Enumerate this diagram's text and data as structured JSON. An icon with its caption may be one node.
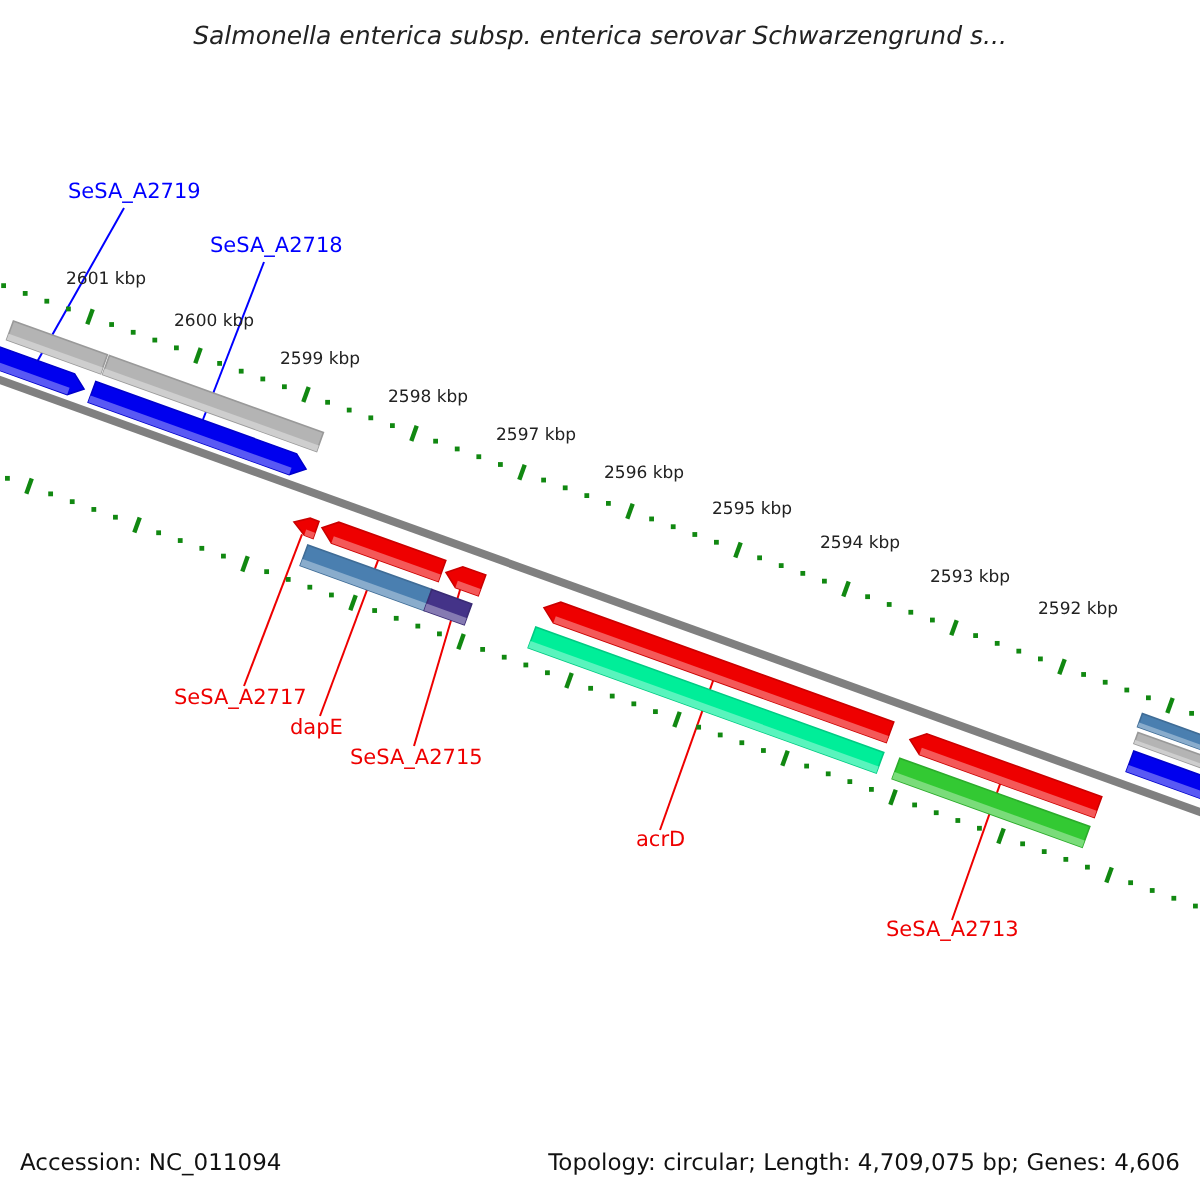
{
  "diagram": {
    "title": "Salmonella enterica subsp. enterica serovar Schwarzengrund s...",
    "nodes": [
      {
        "text": [
          "SeSA_A2719"
        ]
      },
      {
        "text": [],
        "shape": "bar"
      },
      {
        "text": [
          "SeSA_A2718"
        ]
      },
      {
        "text": [],
        "shape": "bar"
      },
      {
        "text": [
          "SeSA_A2717"
        ]
      },
      {
        "text": [],
        "shape": "bar"
      },
      {
        "text": [
          "dapE"
        ]
      },
      {
        "text": [],
        "shape": "bar"
      },
      {
        "text": [
          "SeSA_A2715"
        ]
      },
      {
        "text": [],
        "shape": "bar"
      },
      {
        "text": [
          "acrD"
        ]
      },
      {
        "text": [],
        "shape": "bar"
      },
      {
        "text": [
          "SeSA_A2713"
        ]
      },
      {
        "text": [],
        "shape": "bar"
      },
      {
        "text": [],
        "shape": "bar"
      }
    ],
    "edges": [
      {
        "from": 0,
        "to": 1,
        "arrow": "none",
        "color": "#0000ff"
      },
      {
        "from": 2,
        "to": 3,
        "arrow": "none",
        "color": "#0000ff"
      },
      {
        "from": 4,
        "to": 5,
        "arrow": "none"
      },
      {
        "from": 6,
        "to": 7,
        "arrow": "none"
      },
      {
        "from": 8,
        "to": 9,
        "arrow": "none"
      },
      {
        "from": 10,
        "to": 11,
        "arrow": "none"
      },
      {
        "from": 12,
        "to": 13,
        "arrow": "none"
      }
    ],
    "labels": [
      "2601 kbp",
      "2600 kbp",
      "2599 kbp",
      "2598 kbp",
      "2597 kbp",
      "2596 kbp",
      "2595 kbp",
      "2594 kbp",
      "2593 kbp",
      "2592 kbp",
      "Accession: NC_011094",
      "Topology: circular; Length: 4,709,075 bp; Genes: 4,606"
    ]
  }
}
